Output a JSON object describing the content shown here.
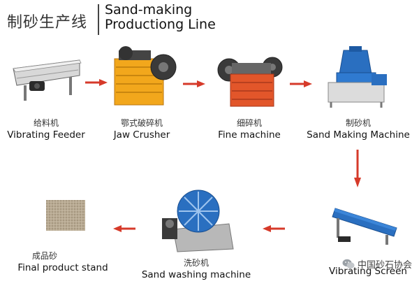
{
  "header": {
    "title_zh": "制砂生产线",
    "title_en_line1": "Sand-making",
    "title_en_line2": "Productiong Line"
  },
  "steps": [
    {
      "zh": "给料机",
      "en": "Vibrating Feeder"
    },
    {
      "zh": "鄂式破碎机",
      "en": "Jaw Crusher"
    },
    {
      "zh": "细碎机",
      "en": "Fine machine"
    },
    {
      "zh": "制砂机",
      "en": "Sand Making Machine"
    },
    {
      "zh": "",
      "en": "Vibrating Screen"
    },
    {
      "zh": "洗砂机",
      "en": "Sand washing machine"
    },
    {
      "zh": "成品砂",
      "en": "Final product stand"
    }
  ],
  "watermark": {
    "text": "中国砂石协会",
    "icon": "wechat-icon"
  },
  "colors": {
    "arrow": "#d63a2a",
    "machine_orange": "#f0a020",
    "machine_red": "#e0502a",
    "machine_blue": "#2a6fc0"
  }
}
